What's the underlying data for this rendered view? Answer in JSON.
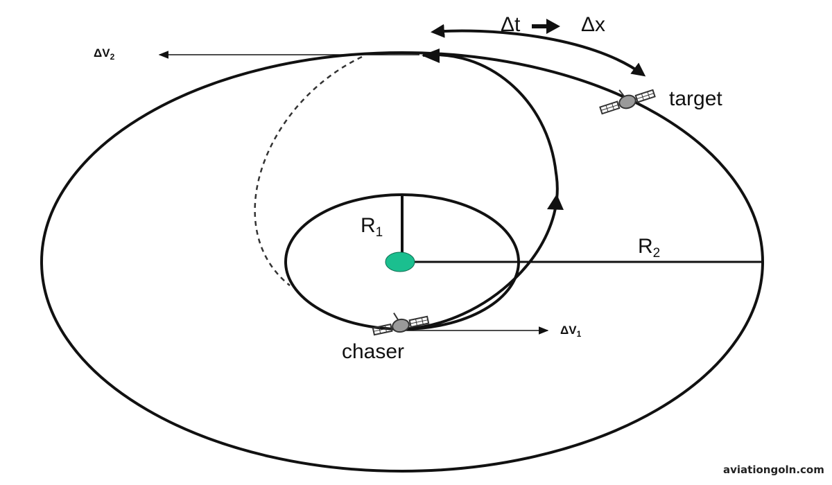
{
  "labels": {
    "delta_t_to_delta_x": {
      "left": "Δt",
      "right": "Δx"
    },
    "delta_v2": {
      "main": "ΔV",
      "sub": "2"
    },
    "delta_v1": {
      "main": "ΔV",
      "sub": "1"
    },
    "target": "target",
    "chaser": "chaser",
    "r1": {
      "main": "R",
      "sub": "1"
    },
    "r2": {
      "main": "R",
      "sub": "2"
    }
  },
  "watermark": "aviationgoln.com",
  "colors": {
    "stroke": "#111111",
    "central_body": "#1bbf8f",
    "satellite_body": "#9a9a9a"
  },
  "icons": {
    "target_satellite": "satellite-icon",
    "chaser_satellite": "satellite-icon",
    "central_body": "planet-icon"
  }
}
